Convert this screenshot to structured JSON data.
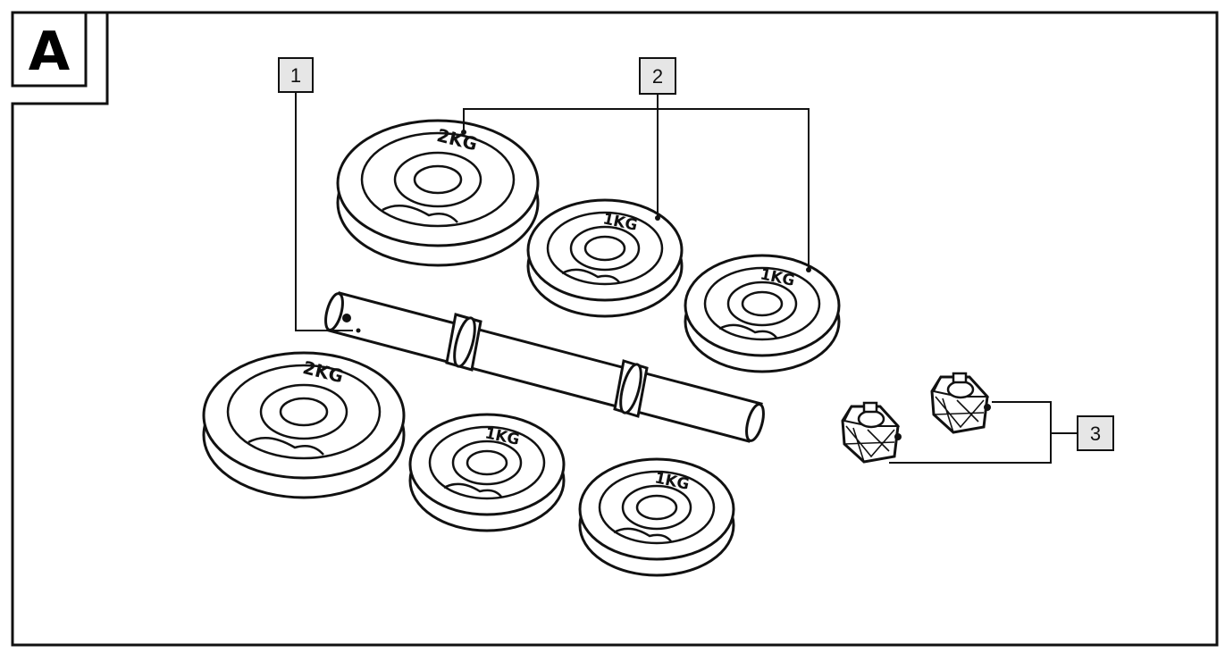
{
  "panel": {
    "letter": "A"
  },
  "callouts": [
    {
      "id": "1",
      "label": "1",
      "part": "dumbbell-handle"
    },
    {
      "id": "2",
      "label": "2",
      "part": "weight-plates"
    },
    {
      "id": "3",
      "label": "3",
      "part": "collar-locks"
    }
  ],
  "plates": {
    "large_marking": "2KG",
    "small_marking": "1KG"
  }
}
